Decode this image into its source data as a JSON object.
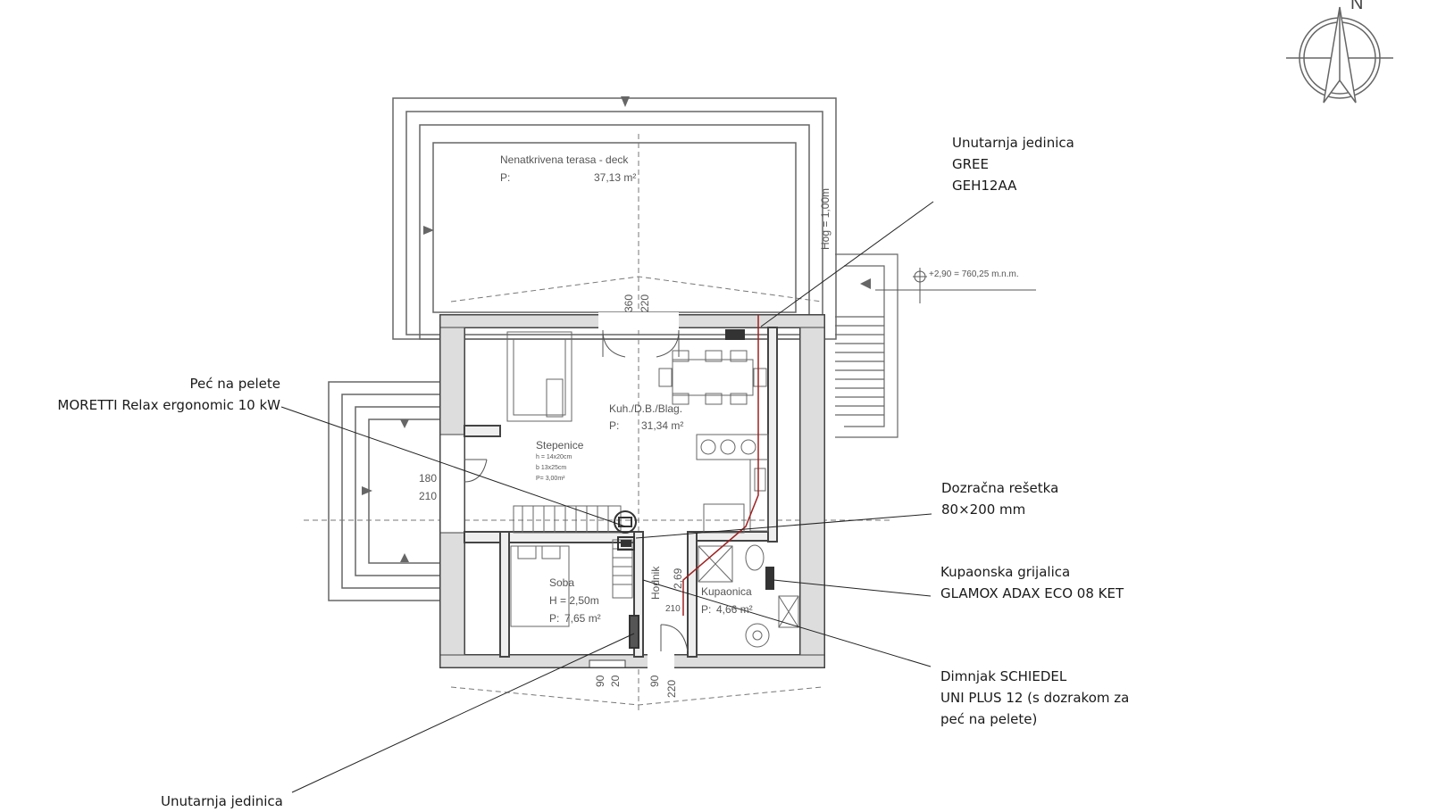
{
  "compass": {
    "north_label": "N"
  },
  "callouts": {
    "indoor_unit_top": {
      "line1": "Unutarnja jedinica",
      "line2": "GREE",
      "line3": "GEH12AA"
    },
    "pellet_stove": {
      "line1": "Peć na pelete",
      "line2": "MORETTI Relax ergonomic 10 kW"
    },
    "air_vent": {
      "line1": "Dozračna rešetka",
      "line2": "80×200 mm"
    },
    "bathroom_heater": {
      "line1": "Kupaonska grijalica",
      "line2": "GLAMOX ADAX ECO 08 KET"
    },
    "chimney": {
      "line1": "Dimnjak SCHIEDEL",
      "line2": "UNI PLUS 12 (s dozrakom za",
      "line3": "peć na pelete)"
    },
    "indoor_unit_bottom": {
      "line1": "Unutarnja jedinica"
    }
  },
  "rooms": {
    "terrace": {
      "name": "Nenatkrivena terasa - deck",
      "area_prefix": "P:",
      "area": "37,13 m²"
    },
    "kitchen": {
      "name": "Kuh./D.B./Blag.",
      "area_prefix": "P:",
      "area": "31,34 m²"
    },
    "stairs": {
      "name": "Stepenice",
      "spec1": "h = 14x20cm",
      "spec2": "b 13x25cm",
      "spec3": "P= 3,00m²"
    },
    "bedroom": {
      "name": "Soba",
      "height": "H = 2,50m",
      "area_prefix": "P:",
      "area": "7,65 m²"
    },
    "bathroom": {
      "name": "Kupaonica",
      "area_prefix": "P:",
      "area": "4,66 m²"
    },
    "hallway": {
      "name": "Hodnik"
    }
  },
  "annotations": {
    "railing_height": "Hog = 1,00m",
    "level_mark": "+2,90 = 760,25 m.n.m.",
    "dim_360": "360",
    "dim_220_top": "220",
    "dim_180": "180",
    "dim_210_left": "210",
    "dim_210_mid": "210",
    "dim_269": "2,69",
    "dim_90_a": "90",
    "dim_20": "20",
    "dim_90_b": "90",
    "dim_220_bottom": "220"
  }
}
